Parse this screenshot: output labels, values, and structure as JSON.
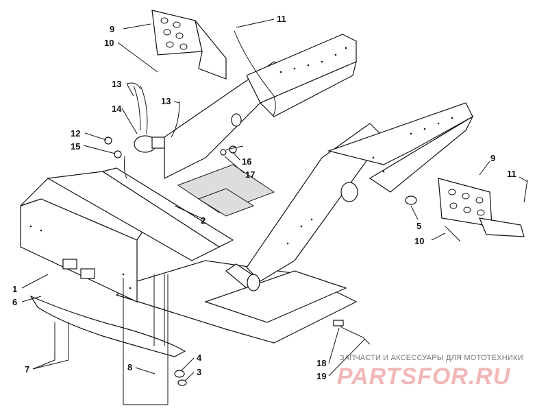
{
  "callouts": {
    "c1": "1",
    "c2": "2",
    "c3": "3",
    "c4": "4",
    "c5": "5",
    "c6": "6",
    "c7": "7",
    "c8": "8",
    "c9a": "9",
    "c9b": "9",
    "c10a": "10",
    "c10b": "10",
    "c11a": "11",
    "c11b": "11",
    "c12": "12",
    "c13a": "13",
    "c13b": "13",
    "c14": "14",
    "c15": "15",
    "c16": "16",
    "c17": "17",
    "c18": "18",
    "c19": "19"
  },
  "watermark": {
    "caption": "ЗАПЧАСТИ И АКСЕССУАРЫ ДЛЯ МОТОТЕХНИКИ",
    "logo": "PARTSFOR.RU",
    "logo_color": "#f2b7b7"
  }
}
